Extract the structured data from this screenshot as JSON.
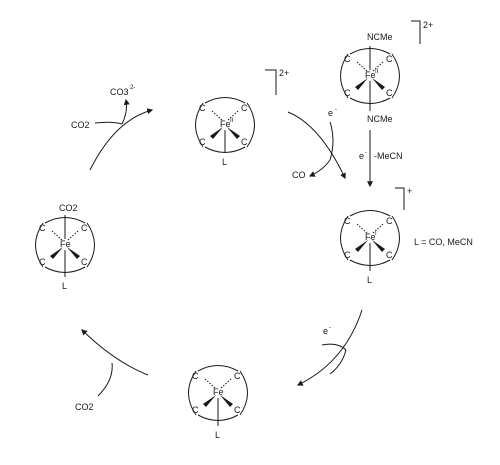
{
  "colors": {
    "ink": "#1a1a1a",
    "background": "#ffffff"
  },
  "complexes": {
    "fe_ii_l": {
      "metal": "Fe",
      "ox": "II",
      "bottom": "L",
      "charge": "2+",
      "ligands": [
        "C",
        "C",
        "C",
        "C"
      ]
    },
    "fe_ii_ncme": {
      "metal": "Fe",
      "ox": "II",
      "top": "NCMe",
      "bottom": "NCMe",
      "charge": "2+",
      "ligands": [
        "C",
        "C",
        "C",
        "C"
      ]
    },
    "fe_i_l": {
      "metal": "Fe",
      "ox": "I",
      "bottom": "L",
      "charge": "+",
      "ligands": [
        "C",
        "C",
        "C",
        "C"
      ]
    },
    "fe0_l": {
      "metal": "Fe",
      "bottom": "L",
      "ligands": [
        "C",
        "C",
        "C",
        "C"
      ]
    },
    "fe_co2_l": {
      "metal": "Fe",
      "top": "CO2",
      "bottom": "L",
      "ligands": [
        "C",
        "C",
        "C",
        "C"
      ]
    }
  },
  "steps": {
    "carbonate_release": {
      "in": "CO2",
      "out": "CO3",
      "out_charge": "2-"
    },
    "reduction_co": {
      "reagent": "e",
      "reagent_charge": "-",
      "out": "CO"
    },
    "reduction_mecn": {
      "reagent": "e",
      "reagent_charge": "-",
      "out": "-MeCN"
    },
    "reduction_second": {
      "reagent": "e",
      "reagent_charge": "-"
    },
    "co2_binding": {
      "in": "CO2"
    }
  },
  "legend": {
    "ligand_def": "L = CO, MeCN"
  }
}
